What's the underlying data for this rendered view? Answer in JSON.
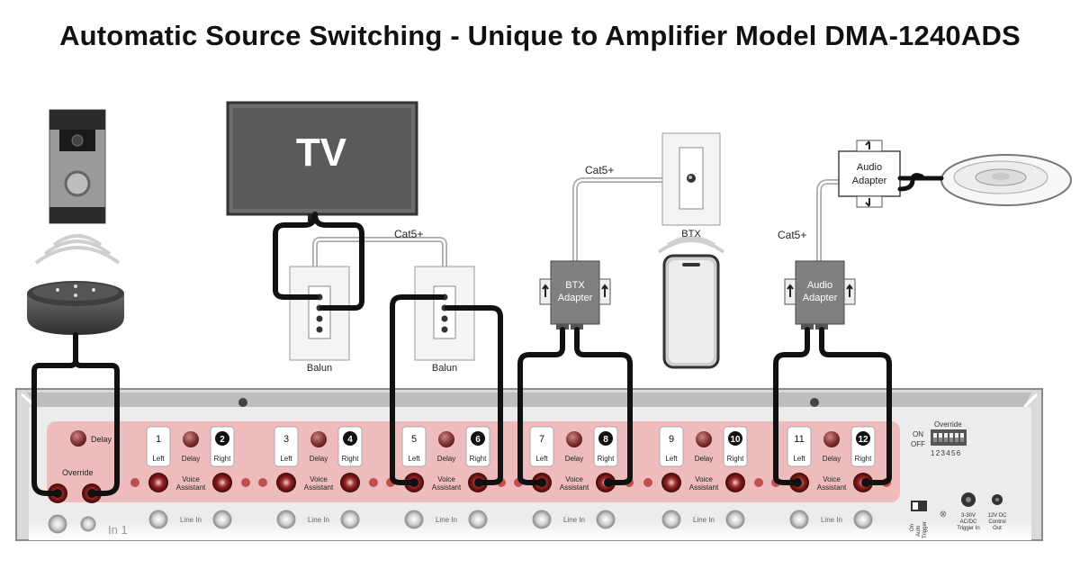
{
  "title": "Automatic Source Switching - Unique to Amplifier Model DMA-1240ADS",
  "tv": {
    "label": "TV"
  },
  "baluns": [
    {
      "label": "Balun"
    },
    {
      "label": "Balun"
    }
  ],
  "cables": {
    "cat5_balun": "Cat5+",
    "cat5_btx": "Cat5+",
    "cat5_audio": "Cat5+"
  },
  "btx_label": "BTX",
  "btx_adapter": {
    "line1": "BTX",
    "line2": "Adapter"
  },
  "audio_adapter_low": {
    "line1": "Audio",
    "line2": "Adapter"
  },
  "audio_adapter_high": {
    "line1": "Audio",
    "line2": "Adapter"
  },
  "amplifier": {
    "delay_label": "Delay",
    "override_label": "Override",
    "in_label": "In 1",
    "zones": [
      {
        "left_num": "1",
        "right_num": "2",
        "left": "Left",
        "delay": "Delay",
        "right": "Right",
        "va": "Voice Assistant"
      },
      {
        "left_num": "3",
        "right_num": "4",
        "left": "Left",
        "delay": "Delay",
        "right": "Right",
        "va": "Voice Assistant"
      },
      {
        "left_num": "5",
        "right_num": "6",
        "left": "Left",
        "delay": "Delay",
        "right": "Right",
        "va": "Voice Assistant"
      },
      {
        "left_num": "7",
        "right_num": "8",
        "left": "Left",
        "delay": "Delay",
        "right": "Right",
        "va": "Voice Assistant"
      },
      {
        "left_num": "9",
        "right_num": "10",
        "left": "Left",
        "delay": "Delay",
        "right": "Right",
        "va": "Voice Assistant"
      },
      {
        "left_num": "11",
        "right_num": "12",
        "left": "Left",
        "delay": "Delay",
        "right": "Right",
        "va": "Voice Assistant"
      }
    ],
    "line_in": "Line In",
    "override_switch": {
      "title": "Override",
      "on": "ON",
      "off": "OFF",
      "numbers": "123456"
    },
    "trigger": {
      "line1": "3-30V",
      "line2": "AC/DC",
      "line3": "Trigger In"
    },
    "control": {
      "line1": "12V DC",
      "line2": "Control",
      "line3": "Out"
    },
    "auto_labels": {
      "a": "On",
      "b": "Auto",
      "c": "Trigger"
    }
  },
  "colors": {
    "panel": "#ededed",
    "pink": "#eebcbc",
    "cable": "#111111",
    "cat5": "#a9a9a9"
  }
}
